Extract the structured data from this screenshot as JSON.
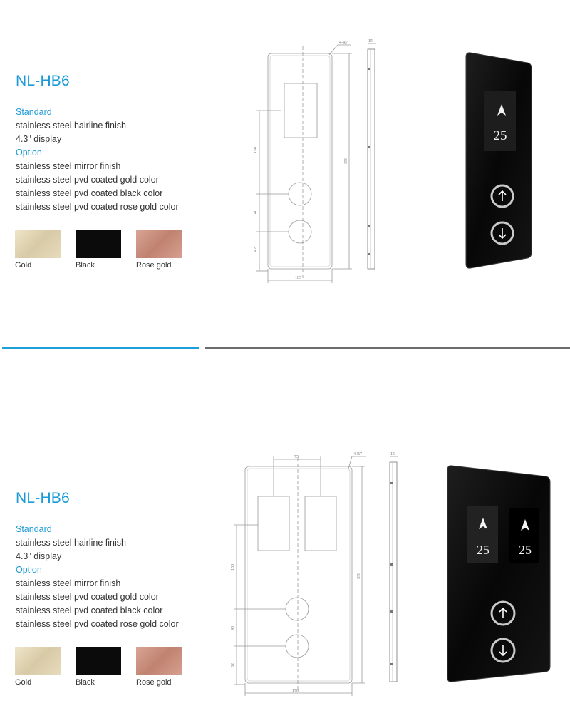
{
  "products": [
    {
      "model": "NL-HB6",
      "standard_heading": "Standard",
      "standard_items": [
        "stainless steel hairline finish",
        "4.3\" display"
      ],
      "option_heading": "Option",
      "option_items": [
        "stainless steel mirror finish",
        "stainless steel pvd coated gold color",
        "stainless steel pvd coated black color",
        "stainless steel pvd coated rose gold color"
      ],
      "swatches": [
        {
          "label": "Gold",
          "color": "#dccfae"
        },
        {
          "label": "Black",
          "color": "#0b0b0b"
        },
        {
          "label": "Rose gold",
          "color": "#c98e7c"
        }
      ],
      "drawing_dims": {
        "corner": "4-R7",
        "depth": "15",
        "v1": "158",
        "v2": "40",
        "v3": "42",
        "height": "350",
        "width": "105"
      },
      "panel": {
        "floor": "25"
      }
    },
    {
      "model": "NL-HB6",
      "standard_heading": "Standard",
      "standard_items": [
        "stainless steel hairline finish",
        "4.3\" display"
      ],
      "option_heading": "Option",
      "option_items": [
        "stainless steel mirror finish",
        "stainless steel pvd coated gold color",
        "stainless steel pvd coated black color",
        "stainless steel pvd coated rose gold color"
      ],
      "swatches": [
        {
          "label": "Gold",
          "color": "#dccfae"
        },
        {
          "label": "Black",
          "color": "#0b0b0b"
        },
        {
          "label": "Rose gold",
          "color": "#c98e7c"
        }
      ],
      "drawing_dims": {
        "corner": "4-R7",
        "depth": "15",
        "top": "75",
        "v1": "158",
        "v2": "40",
        "v3": "52",
        "height": "350",
        "width": "170"
      },
      "panel": {
        "floor_left": "25",
        "floor_right": "25"
      }
    }
  ],
  "dividers": {
    "left_color": "#1e9fdc",
    "right_color": "#6b6b6b"
  }
}
